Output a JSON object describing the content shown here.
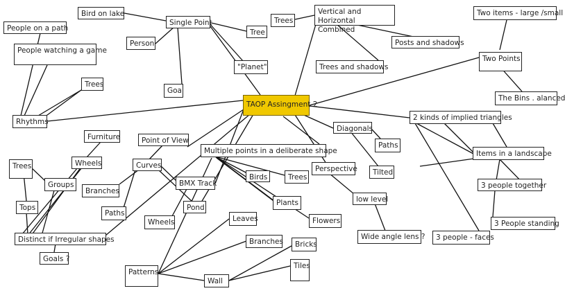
{
  "center": {
    "label": "TAOP Assingment 2",
    "color": "#f0c800"
  },
  "nodes": {
    "bird_on_lake": "Bird on lake",
    "single_point": "Single Point",
    "person": "Person",
    "tree": "Tree",
    "planet": "\"Planet\"",
    "goal": "Goal",
    "people_on_path": "People  on a path",
    "people_watching_game": "People watching a game",
    "trees_1": "Trees",
    "rhythms": "Rhythms",
    "trees_2": "Trees",
    "vh_combined": "Vertical and Horizontal Combined",
    "posts_shadows": "Posts and shadows",
    "trees_shadows": "Trees and shadows",
    "two_items": "Two items - large /small",
    "two_points": "Two Points",
    "bins_balanced": "The Bins . alanced",
    "implied_triangles": "2 kinds of implied triangles",
    "items_landscape": "Items in a landscape",
    "three_people_together": "3 people together",
    "three_people_standing": "3 People standing",
    "three_people_faces": "3 people - faces",
    "diagonals": "Diagonals",
    "paths_1": "Paths",
    "tilted": "Tilted",
    "perspective": "Perspective",
    "low_level": "low level",
    "wide_angle": "Wide angle lens ?",
    "multiple_points": "Multiple points in a deliberate shape",
    "birds": "Birds",
    "trees_3": "Trees",
    "plants": "Plants",
    "flowers": "Flowers",
    "furniture": "Furniture",
    "point_of_view": "Point of View",
    "wheels_1": "Wheels",
    "curves": "Curves",
    "bmx_track": "BMX Track",
    "pond": "Pond",
    "wheels_2": "Wheels",
    "branches_1": "Branches",
    "paths_2": "Paths",
    "trees_4": "Trees",
    "groups": "Groups",
    "tops": "Tops",
    "distinct_irregular": "Distinct if Irregular shapes",
    "goals": "Goals ?",
    "leaves": "Leaves",
    "branches_2": "Branches",
    "bricks": "Bricks",
    "tiles": "Tiles",
    "patterns": "Patterns",
    "wall": "Wall"
  }
}
